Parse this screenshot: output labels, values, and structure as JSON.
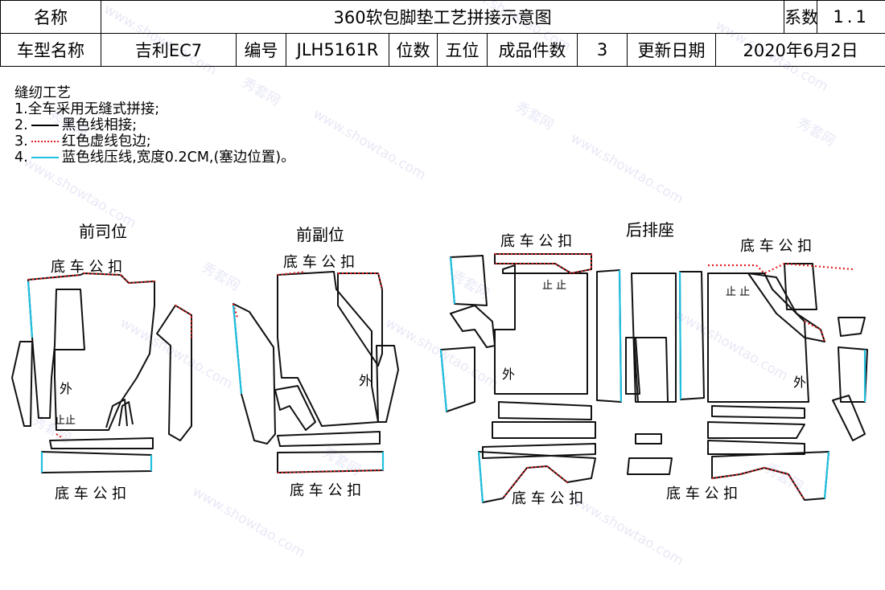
{
  "header": {
    "name_label": "名称",
    "title": "360软包脚垫工艺拼接示意图",
    "factor_label": "系数",
    "factor_value": "1.1",
    "model_label": "车型名称",
    "model_value": "吉利EC7",
    "code_label": "编号",
    "code_value": "JLH5161R",
    "position_label": "位数",
    "position_value": "五位",
    "pieces_label": "成品件数",
    "pieces_value": "3",
    "date_label": "更新日期",
    "date_value": "2020年6月2日"
  },
  "notes": {
    "heading": "缝纫工艺",
    "item1": "1.全车采用无缝式拼接;",
    "item2_prefix": "2.",
    "item2": "黑色线相接;",
    "item3_prefix": "3.",
    "item3": "红色虚线包边;",
    "item4_prefix": "4.",
    "item4": "蓝色线压线,宽度0.2CM,(塞边位置)。"
  },
  "sections": {
    "driver": "前司位",
    "passenger": "前副位",
    "rear": "后排座"
  },
  "labels": {
    "clip": "底 车 公 扣",
    "clip_wide": "底   车   公   扣",
    "outer": "外",
    "stop": "止",
    "stop_double": "止止",
    "stop_spaced": "止 止"
  },
  "colors": {
    "outline": "#111111",
    "binding_red": "#e02020",
    "press_line_cyan": "#1fc0e0"
  },
  "watermark": {
    "text_a": "秀套网",
    "text_b": "www.showtao.com"
  }
}
